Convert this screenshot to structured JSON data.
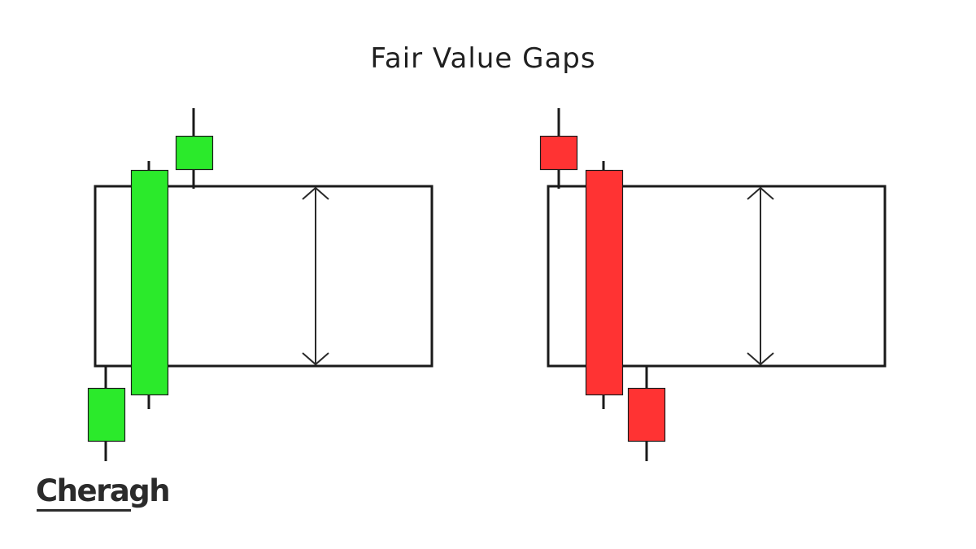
{
  "title": "Fair Value Gaps",
  "logo": {
    "text": "Cheragh"
  },
  "colors": {
    "bullish": "#2BEA2B",
    "bearish": "#FF3333",
    "outline": "#1a1a1a",
    "text": "#1f1f1f"
  },
  "panels": [
    {
      "kind": "bullish",
      "candles": [
        "bullish",
        "bullish",
        "bullish"
      ]
    },
    {
      "kind": "bearish",
      "candles": [
        "bearish",
        "bearish",
        "bearish"
      ]
    }
  ]
}
